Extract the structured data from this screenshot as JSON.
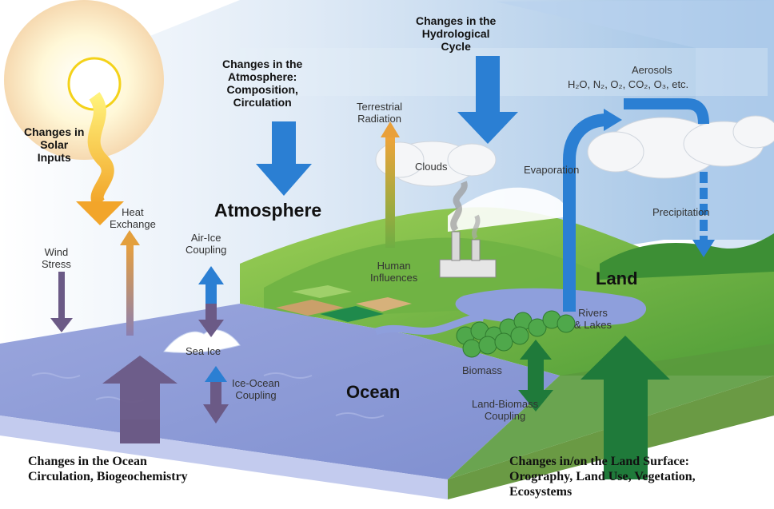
{
  "labels": {
    "solar": [
      "Changes in",
      "Solar",
      "Inputs"
    ],
    "atmosphere_changes": [
      "Changes in the",
      "Atmosphere:",
      "Composition,",
      "Circulation"
    ],
    "hydrological": [
      "Changes in the",
      "Hydrological",
      "Cycle"
    ],
    "aerosols_title": "Aerosols",
    "aerosols_formula": "H₂O, N₂, O₂, CO₂, O₃, etc.",
    "terrestrial_radiation": [
      "Terrestrial",
      "Radiation"
    ],
    "clouds": "Clouds",
    "evaporation": "Evaporation",
    "precipitation": "Precipitation",
    "atmosphere": "Atmosphere",
    "heat_exchange": [
      "Heat",
      "Exchange"
    ],
    "wind_stress": [
      "Wind",
      "Stress"
    ],
    "air_ice_coupling": [
      "Air-Ice",
      "Coupling"
    ],
    "human_influences": [
      "Human",
      "Influences"
    ],
    "land": "Land",
    "rivers_lakes": [
      "Rivers",
      "& Lakes"
    ],
    "sea_ice": "Sea Ice",
    "ice_ocean_coupling": [
      "Ice-Ocean",
      "Coupling"
    ],
    "ocean": "Ocean",
    "biomass": "Biomass",
    "land_biomass_coupling": [
      "Land-Biomass",
      "Coupling"
    ]
  },
  "captions": {
    "ocean_caption": [
      "Changes in the Ocean",
      "Circulation, Biogeochemistry"
    ],
    "land_caption": [
      "Changes in/on the Land Surface:",
      "Orography, Land Use, Vegetation,",
      "Ecosystems"
    ]
  },
  "colors": {
    "sky": "#cfe3f5",
    "ocean": "#8f9fd8",
    "ocean_side": "#b9c3ea",
    "land": "#6cae3e",
    "land_dark": "#2f8a3a",
    "arrow_blue": "#2b7fd3",
    "arrow_green": "#1f7a3a",
    "arrow_purple": "#6b5a86",
    "arrow_orange": "#e5a23a",
    "sun_yellow": "#f4d21a"
  }
}
